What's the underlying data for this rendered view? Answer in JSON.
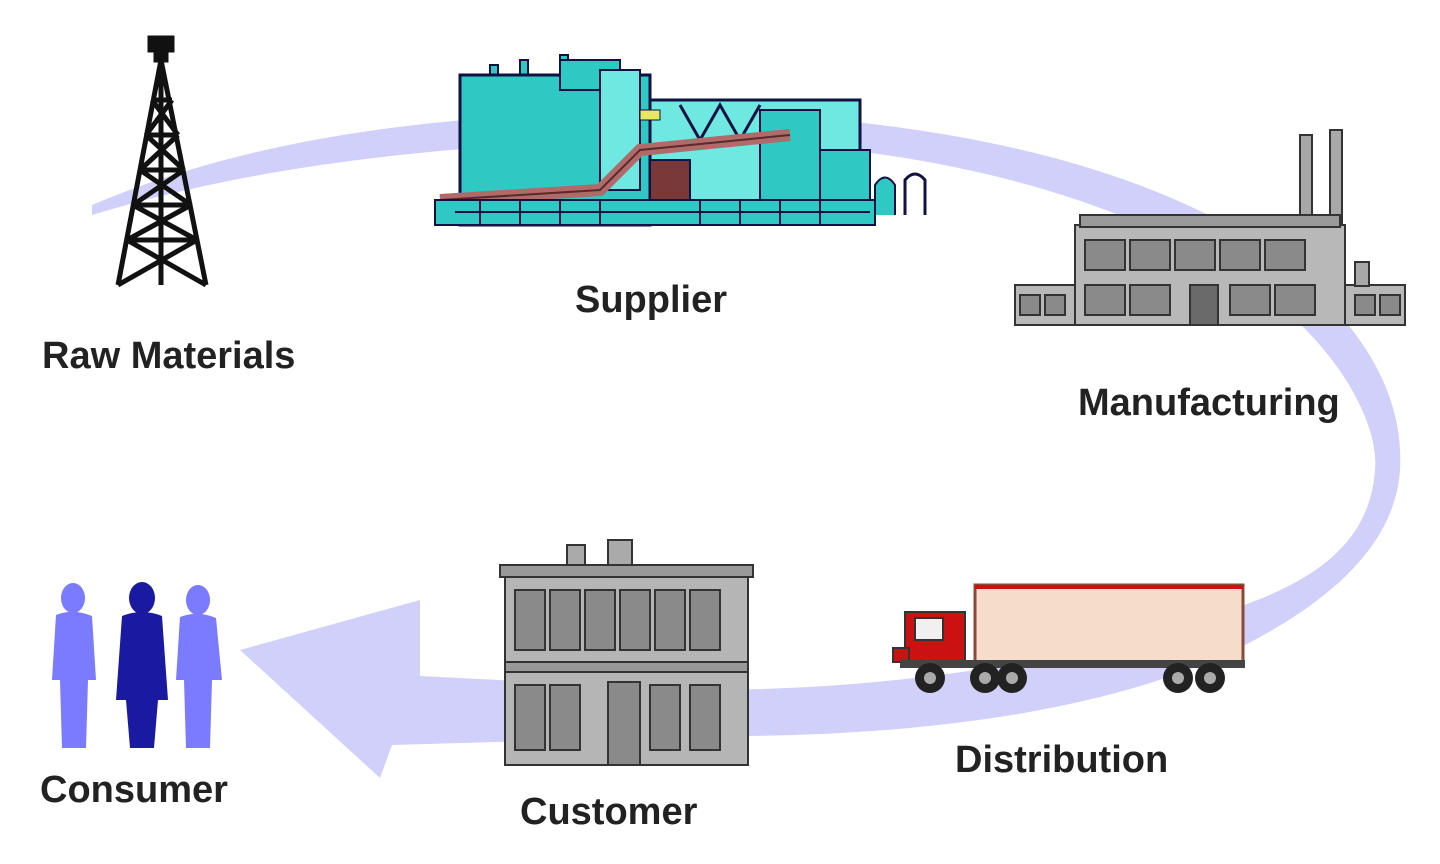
{
  "stages": [
    {
      "id": "raw-materials",
      "label": "Raw Materials",
      "icon": "oil-derrick-icon"
    },
    {
      "id": "supplier",
      "label": "Supplier",
      "icon": "supplier-plant-icon"
    },
    {
      "id": "manufacturing",
      "label": "Manufacturing",
      "icon": "factory-icon"
    },
    {
      "id": "distribution",
      "label": "Distribution",
      "icon": "truck-icon"
    },
    {
      "id": "customer",
      "label": "Customer",
      "icon": "store-building-icon"
    },
    {
      "id": "consumer",
      "label": "Consumer",
      "icon": "people-icon"
    }
  ],
  "colors": {
    "flow_arrow": "#d0d0fa",
    "label_text": "#222222",
    "plant_teal": "#2ec9c2",
    "plant_light": "#6ee8e0",
    "pipe": "#b06a6a",
    "factory_gray": "#a8a8a8",
    "truck_red": "#cc1111",
    "trailer": "#f6dcca",
    "consumer_light": "#7b7bff",
    "consumer_dark": "#1a1aa0"
  }
}
